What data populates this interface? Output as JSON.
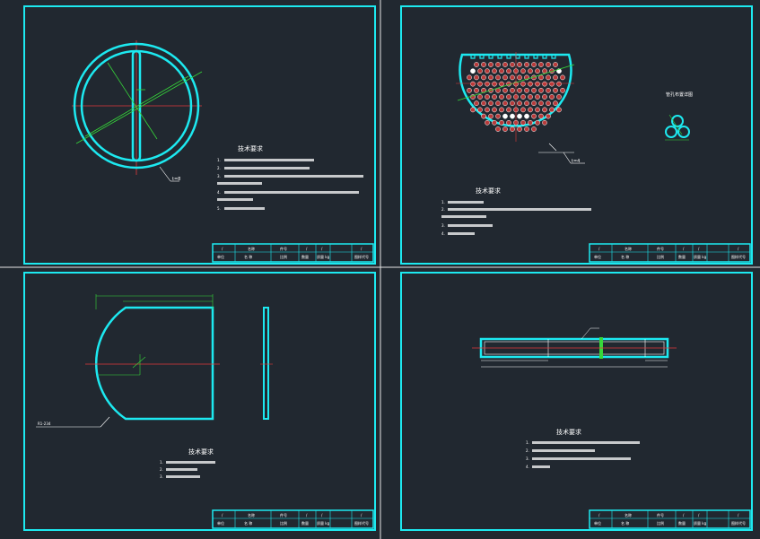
{
  "sheets": [
    {
      "id": "sheet-1",
      "note_title": "技术要求",
      "notes": [
        "1.",
        "2.",
        "3.",
        "4.",
        "5."
      ],
      "callout": "t=8",
      "title_block": {
        "row1": [
          "/",
          "名称",
          "件号",
          "/",
          "/",
          "/"
        ],
        "row2": [
          "单位",
          "名 称",
          "比例",
          "数量",
          "质量 kg",
          "图样代号"
        ]
      }
    },
    {
      "id": "sheet-2",
      "note_title": "技术要求",
      "notes": [
        "1.",
        "2.",
        "3.",
        "4."
      ],
      "callout": "t=4",
      "detail_title": "管孔布置详图",
      "title_block": {
        "row1": [
          "/",
          "名称",
          "件号",
          "/",
          "/",
          "/"
        ],
        "row2": [
          "单位",
          "名 称",
          "比例",
          "数量",
          "质量 kg",
          "图样代号"
        ]
      }
    },
    {
      "id": "sheet-3",
      "note_title": "技术要求",
      "notes": [
        "1.",
        "2.",
        "3."
      ],
      "leader": "R1-234",
      "title_block": {
        "row1": [
          "/",
          "名称",
          "件号",
          "/",
          "/",
          "/"
        ],
        "row2": [
          "单位",
          "名 称",
          "比例",
          "数量",
          "质量 kg",
          "图样代号"
        ]
      }
    },
    {
      "id": "sheet-4",
      "note_title": "技术要求",
      "notes": [
        "1.",
        "2.",
        "3.",
        "4."
      ],
      "title_block": {
        "row1": [
          "/",
          "名称",
          "件号",
          "/",
          "/",
          "/"
        ],
        "row2": [
          "单位",
          "名 称",
          "比例",
          "数量",
          "质量 kg",
          "图样代号"
        ]
      }
    }
  ],
  "colors": {
    "background": "#212830",
    "outline": "#1de9f0",
    "centerline": "#e23a3a",
    "dimension": "#36d83a",
    "text": "#ffffff"
  }
}
